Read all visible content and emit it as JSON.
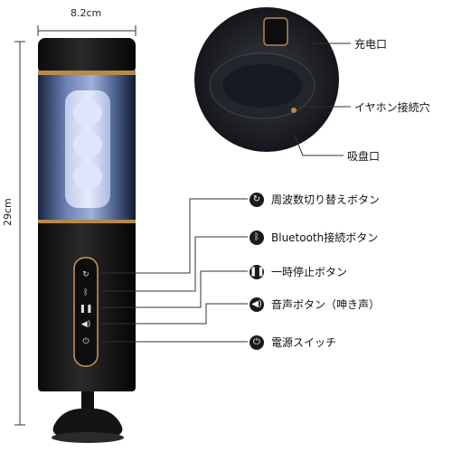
{
  "dimensions": {
    "width": "8.2cm",
    "height": "29cm"
  },
  "detail_labels": {
    "charging_port": "充电口",
    "earphone_jack": "イヤホン接続穴",
    "suction_cup": "吸盘口"
  },
  "buttons": [
    {
      "icon": "cycle-icon",
      "label": "周波数切り替えボタン"
    },
    {
      "icon": "bluetooth-icon",
      "label": "Bluetooth接続ボタン"
    },
    {
      "icon": "pause-icon",
      "label": "一時停止ボタン"
    },
    {
      "icon": "speaker-icon",
      "label": "音声ボタン（呻き声）"
    },
    {
      "icon": "power-icon",
      "label": "電源スイッチ"
    }
  ]
}
